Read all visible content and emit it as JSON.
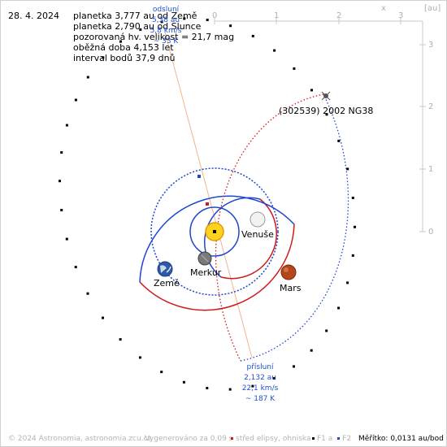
{
  "date": "28. 4. 2024",
  "info_lines": [
    "planetka 3,777 au od Země",
    "planetka 2,790 au od Slunce",
    "pozorovaná hv. velikost = 21,7 mag",
    "oběžná doba 4,153 let",
    "interval bodů 37,9 dnů"
  ],
  "aphelion_lines": [
    "odsluní",
    "5,38 au",
    "5,8 km/s",
    "~ 33 K"
  ],
  "perihelion_lines": [
    "přísluní",
    "2,132 au",
    "22,1 km/s",
    "~ 187 K"
  ],
  "asteroid_label": "(302539) 2002 NG38",
  "planet_labels": {
    "venus": "Venuše",
    "earth": "Země",
    "mercury": "Merkur",
    "mars": "Mars"
  },
  "axis": {
    "unit_x": "x",
    "unit_y": "[au]",
    "x_ticks": [
      "0",
      "1",
      "2",
      "3"
    ],
    "y_ticks": [
      "3",
      "2",
      "1",
      "0"
    ]
  },
  "footer": {
    "copyright": "© 2024 Astronomia, astronomia.zcu.cz",
    "generated": "Vygenerováno za 0,09 s",
    "legend_center": "střed elipsy, ohniska",
    "legend_f1": "F1 a",
    "legend_f2": "F2",
    "scale": "Měřítko: 0,0131 au/bod"
  },
  "colors": {
    "above_ecliptic": "#d01a1a",
    "below_ecliptic": "#1e46d2",
    "apsis_line": "#f2b48c",
    "sun": "#ffd21e",
    "info_text": "#000000",
    "axis": "#c8c8c8",
    "footer": "#b4b4b4"
  },
  "icons": [
    "sun-icon",
    "venus-icon",
    "earth-icon",
    "mercury-icon",
    "mars-icon",
    "asteroid-icon"
  ]
}
